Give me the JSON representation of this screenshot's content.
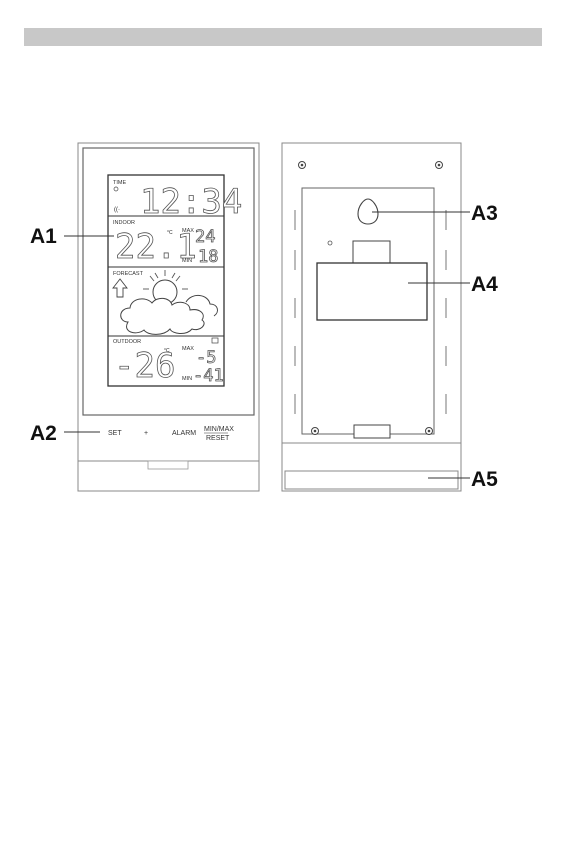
{
  "callouts": {
    "a1": "A1",
    "a2": "A2",
    "a3": "A3",
    "a4": "A4",
    "a5": "A5"
  },
  "display": {
    "time_label": "TIME",
    "time_value": "12:34",
    "indoor_label": "INDOOR",
    "indoor_temp": "22.1",
    "indoor_max_label": "MAX",
    "indoor_min_label": "MIN",
    "indoor_max_value": "24",
    "indoor_min_value": "18",
    "forecast_label": "FORECAST",
    "outdoor_label": "OUTDOOR",
    "outdoor_temp": "-26",
    "outdoor_max_label": "MAX",
    "outdoor_min_label": "MIN",
    "outdoor_max_value": "-5",
    "outdoor_min_value": "-41"
  },
  "buttons": {
    "set": "SET",
    "plus": "+",
    "alarm": "ALARM",
    "minmax": "MIN/MAX",
    "reset": "RESET"
  }
}
